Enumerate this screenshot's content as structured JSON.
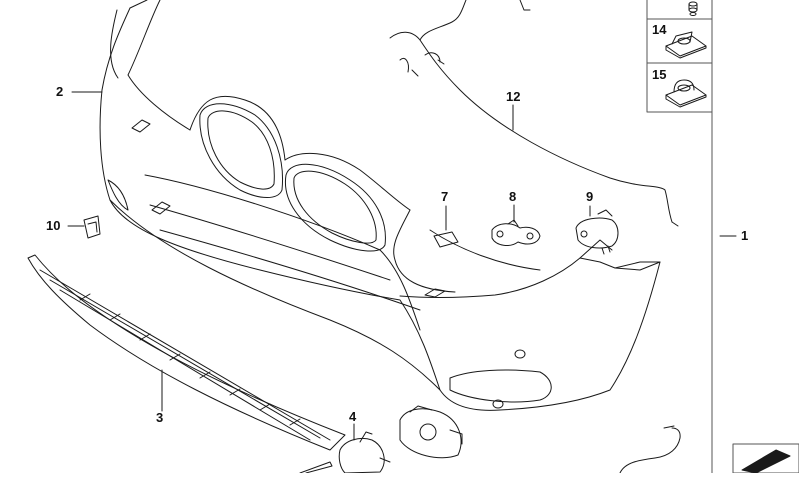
{
  "diagram": {
    "callouts": [
      {
        "id": "c1",
        "label": "1"
      },
      {
        "id": "c2",
        "label": "2"
      },
      {
        "id": "c3",
        "label": "3"
      },
      {
        "id": "c4",
        "label": "4"
      },
      {
        "id": "c7",
        "label": "7"
      },
      {
        "id": "c8",
        "label": "8"
      },
      {
        "id": "c9",
        "label": "9"
      },
      {
        "id": "c10",
        "label": "10"
      },
      {
        "id": "c12",
        "label": "12"
      }
    ],
    "side_panel": [
      {
        "id": "p14",
        "label": "14"
      },
      {
        "id": "p15",
        "label": "15"
      }
    ],
    "colors": {
      "line": "#1a1a1a",
      "fill": "#ffffff",
      "panel_border": "#555555"
    }
  }
}
